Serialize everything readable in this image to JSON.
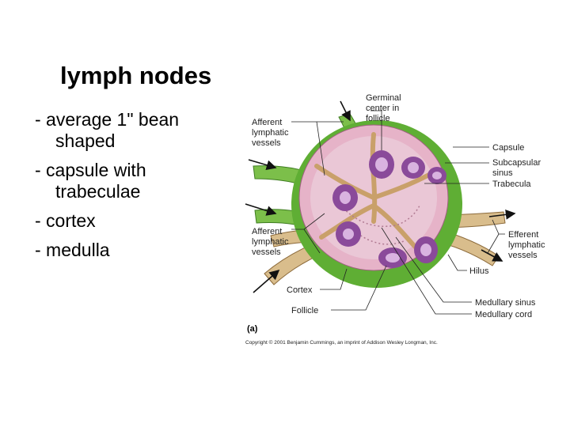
{
  "slide": {
    "title": "lymph nodes",
    "bullets": [
      {
        "line1": "- average 1\" bean",
        "line2": "shaped"
      },
      {
        "line1": "- capsule with",
        "line2": "trabeculae"
      },
      {
        "line1": "- cortex",
        "line2": ""
      },
      {
        "line1": "- medulla",
        "line2": ""
      }
    ]
  },
  "figure": {
    "labels": {
      "germinal": [
        "Germinal",
        "center in",
        "follicle"
      ],
      "afferent_top": [
        "Afferent",
        "lymphatic",
        "vessels"
      ],
      "afferent_bottom": [
        "Afferent",
        "lymphatic",
        "vessels"
      ],
      "capsule": "Capsule",
      "subcapsular": [
        "Subcapsular",
        "sinus"
      ],
      "trabecula": "Trabecula",
      "efferent": [
        "Efferent",
        "lymphatic",
        "vessels"
      ],
      "hilus": "Hilus",
      "cortex": "Cortex",
      "follicle": "Follicle",
      "medullary_sinus": "Medullary sinus",
      "medullary_cord": "Medullary cord"
    },
    "panel_label": "(a)",
    "copyright": "Copyright © 2001 Benjamin Cummings, an imprint of Addison Wesley Longman, Inc.",
    "colors": {
      "capsule_green": "#5fae34",
      "node_pink": "#e6b3c8",
      "follicle_purple": "#8a4a9a",
      "trabecula_tan": "#d9bd8c"
    }
  }
}
